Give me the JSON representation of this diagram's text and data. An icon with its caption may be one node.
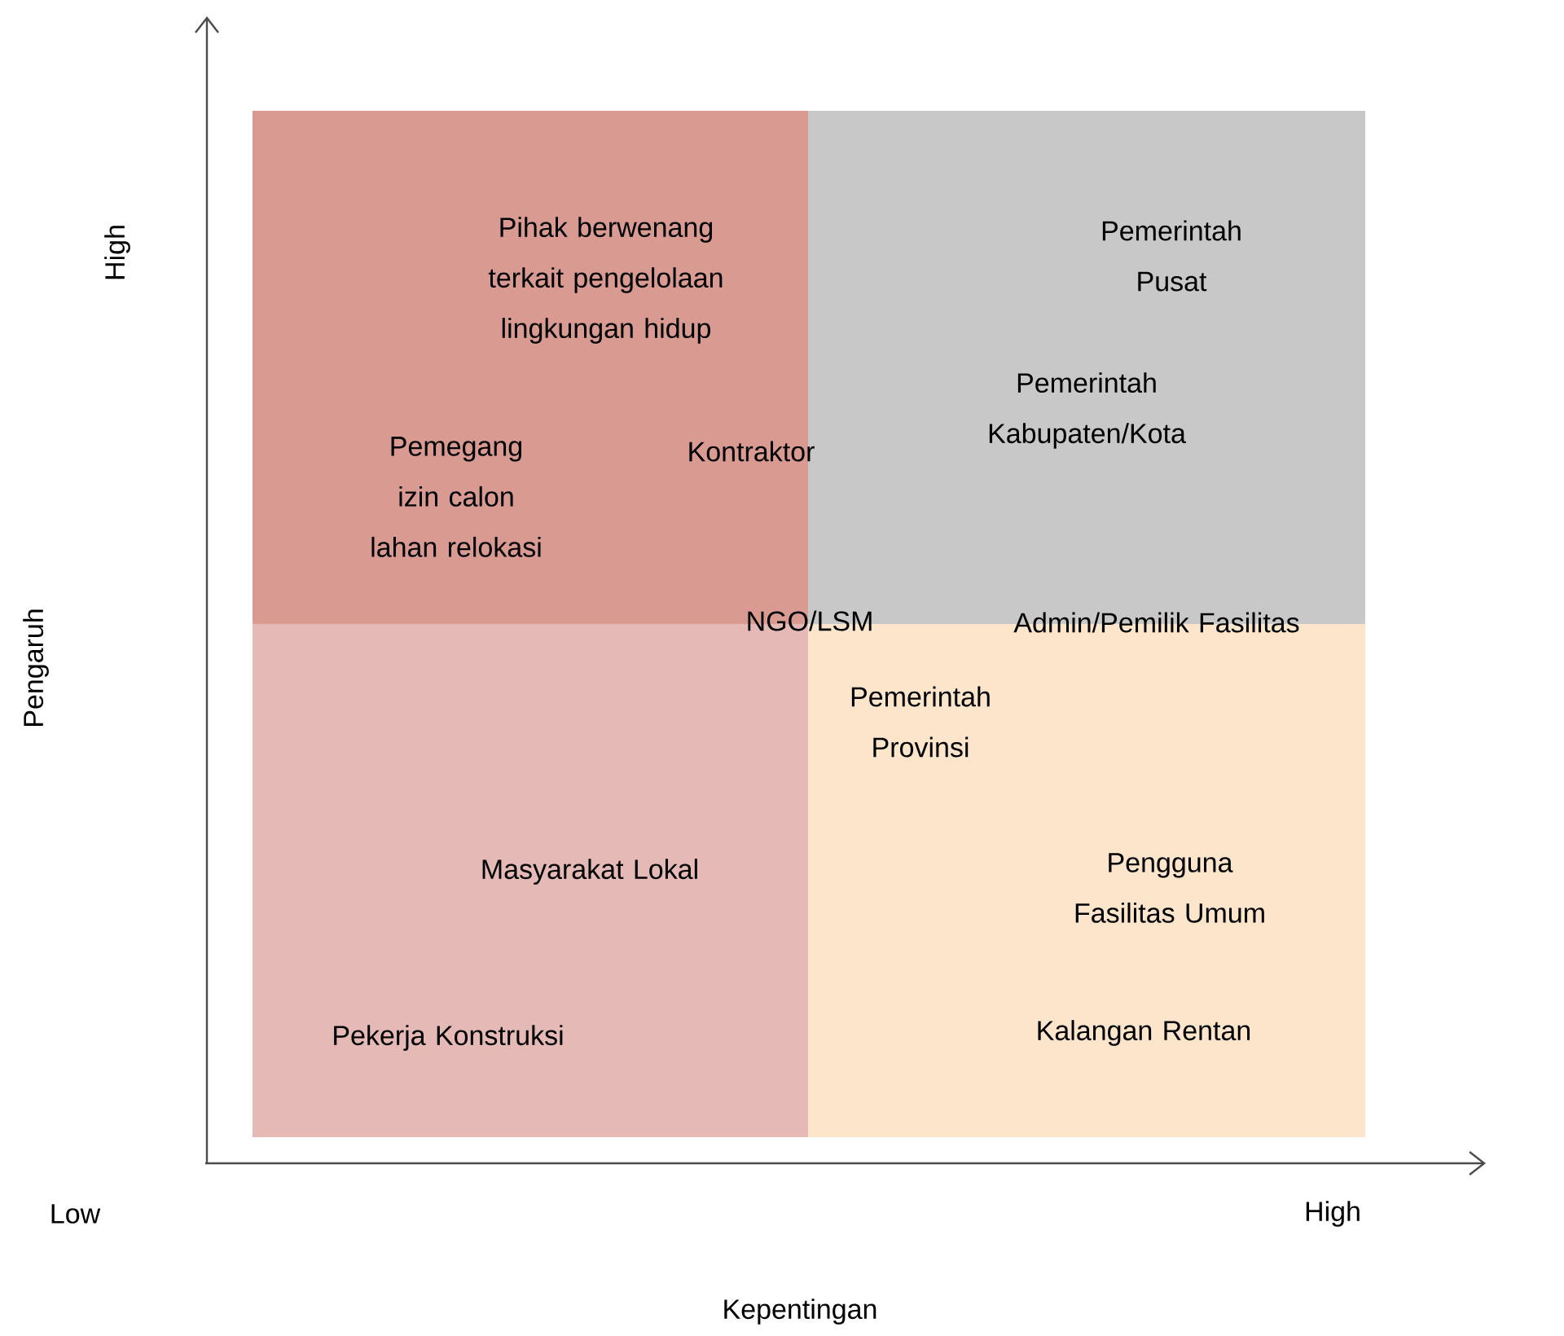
{
  "diagram": {
    "nodes": [
      {
        "text": [
          "Pihak berwenang terkait pengelolaan lingkungan hidup",
          "Pemegang izin calon lahan relokasi"
        ]
      },
      {
        "text": [
          "Pemerintah Pusat",
          "Pemerintah Kabupaten/Kota"
        ]
      },
      {
        "text": [
          "Masyarakat Lokal",
          "Pekerja Konstruksi"
        ]
      },
      {
        "text": [
          "Pemerintah Provinsi",
          "Pengguna Fasilitas Umum",
          "Kalangan Rentan"
        ]
      }
    ],
    "labels": [
      "High",
      "Pengaruh",
      "Kontraktor",
      "NGO/LSM",
      "Admin/Pemilik Fasilitas",
      "Low",
      "High",
      "Kepentingan"
    ]
  }
}
